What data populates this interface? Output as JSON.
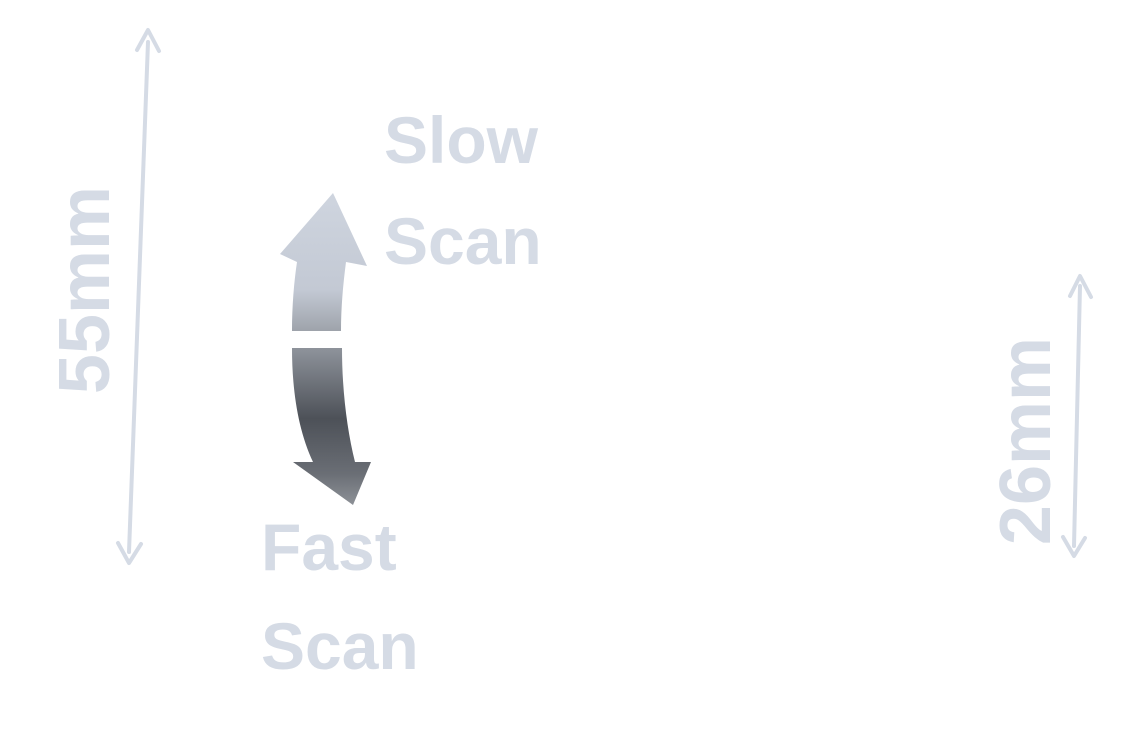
{
  "labels": {
    "slow_line1": "Slow",
    "slow_line2": "Scan",
    "fast_line1": "Fast",
    "fast_line2": "Scan"
  },
  "dimensions": {
    "left": "55mm",
    "right": "26mm"
  },
  "colors": {
    "label": "#d5dbe5",
    "dimension_line": "#d5dbe5",
    "arrow_top": "#c7ceda",
    "arrow_mid": "#6b7078",
    "arrow_bottom": "#9a9ea4"
  }
}
